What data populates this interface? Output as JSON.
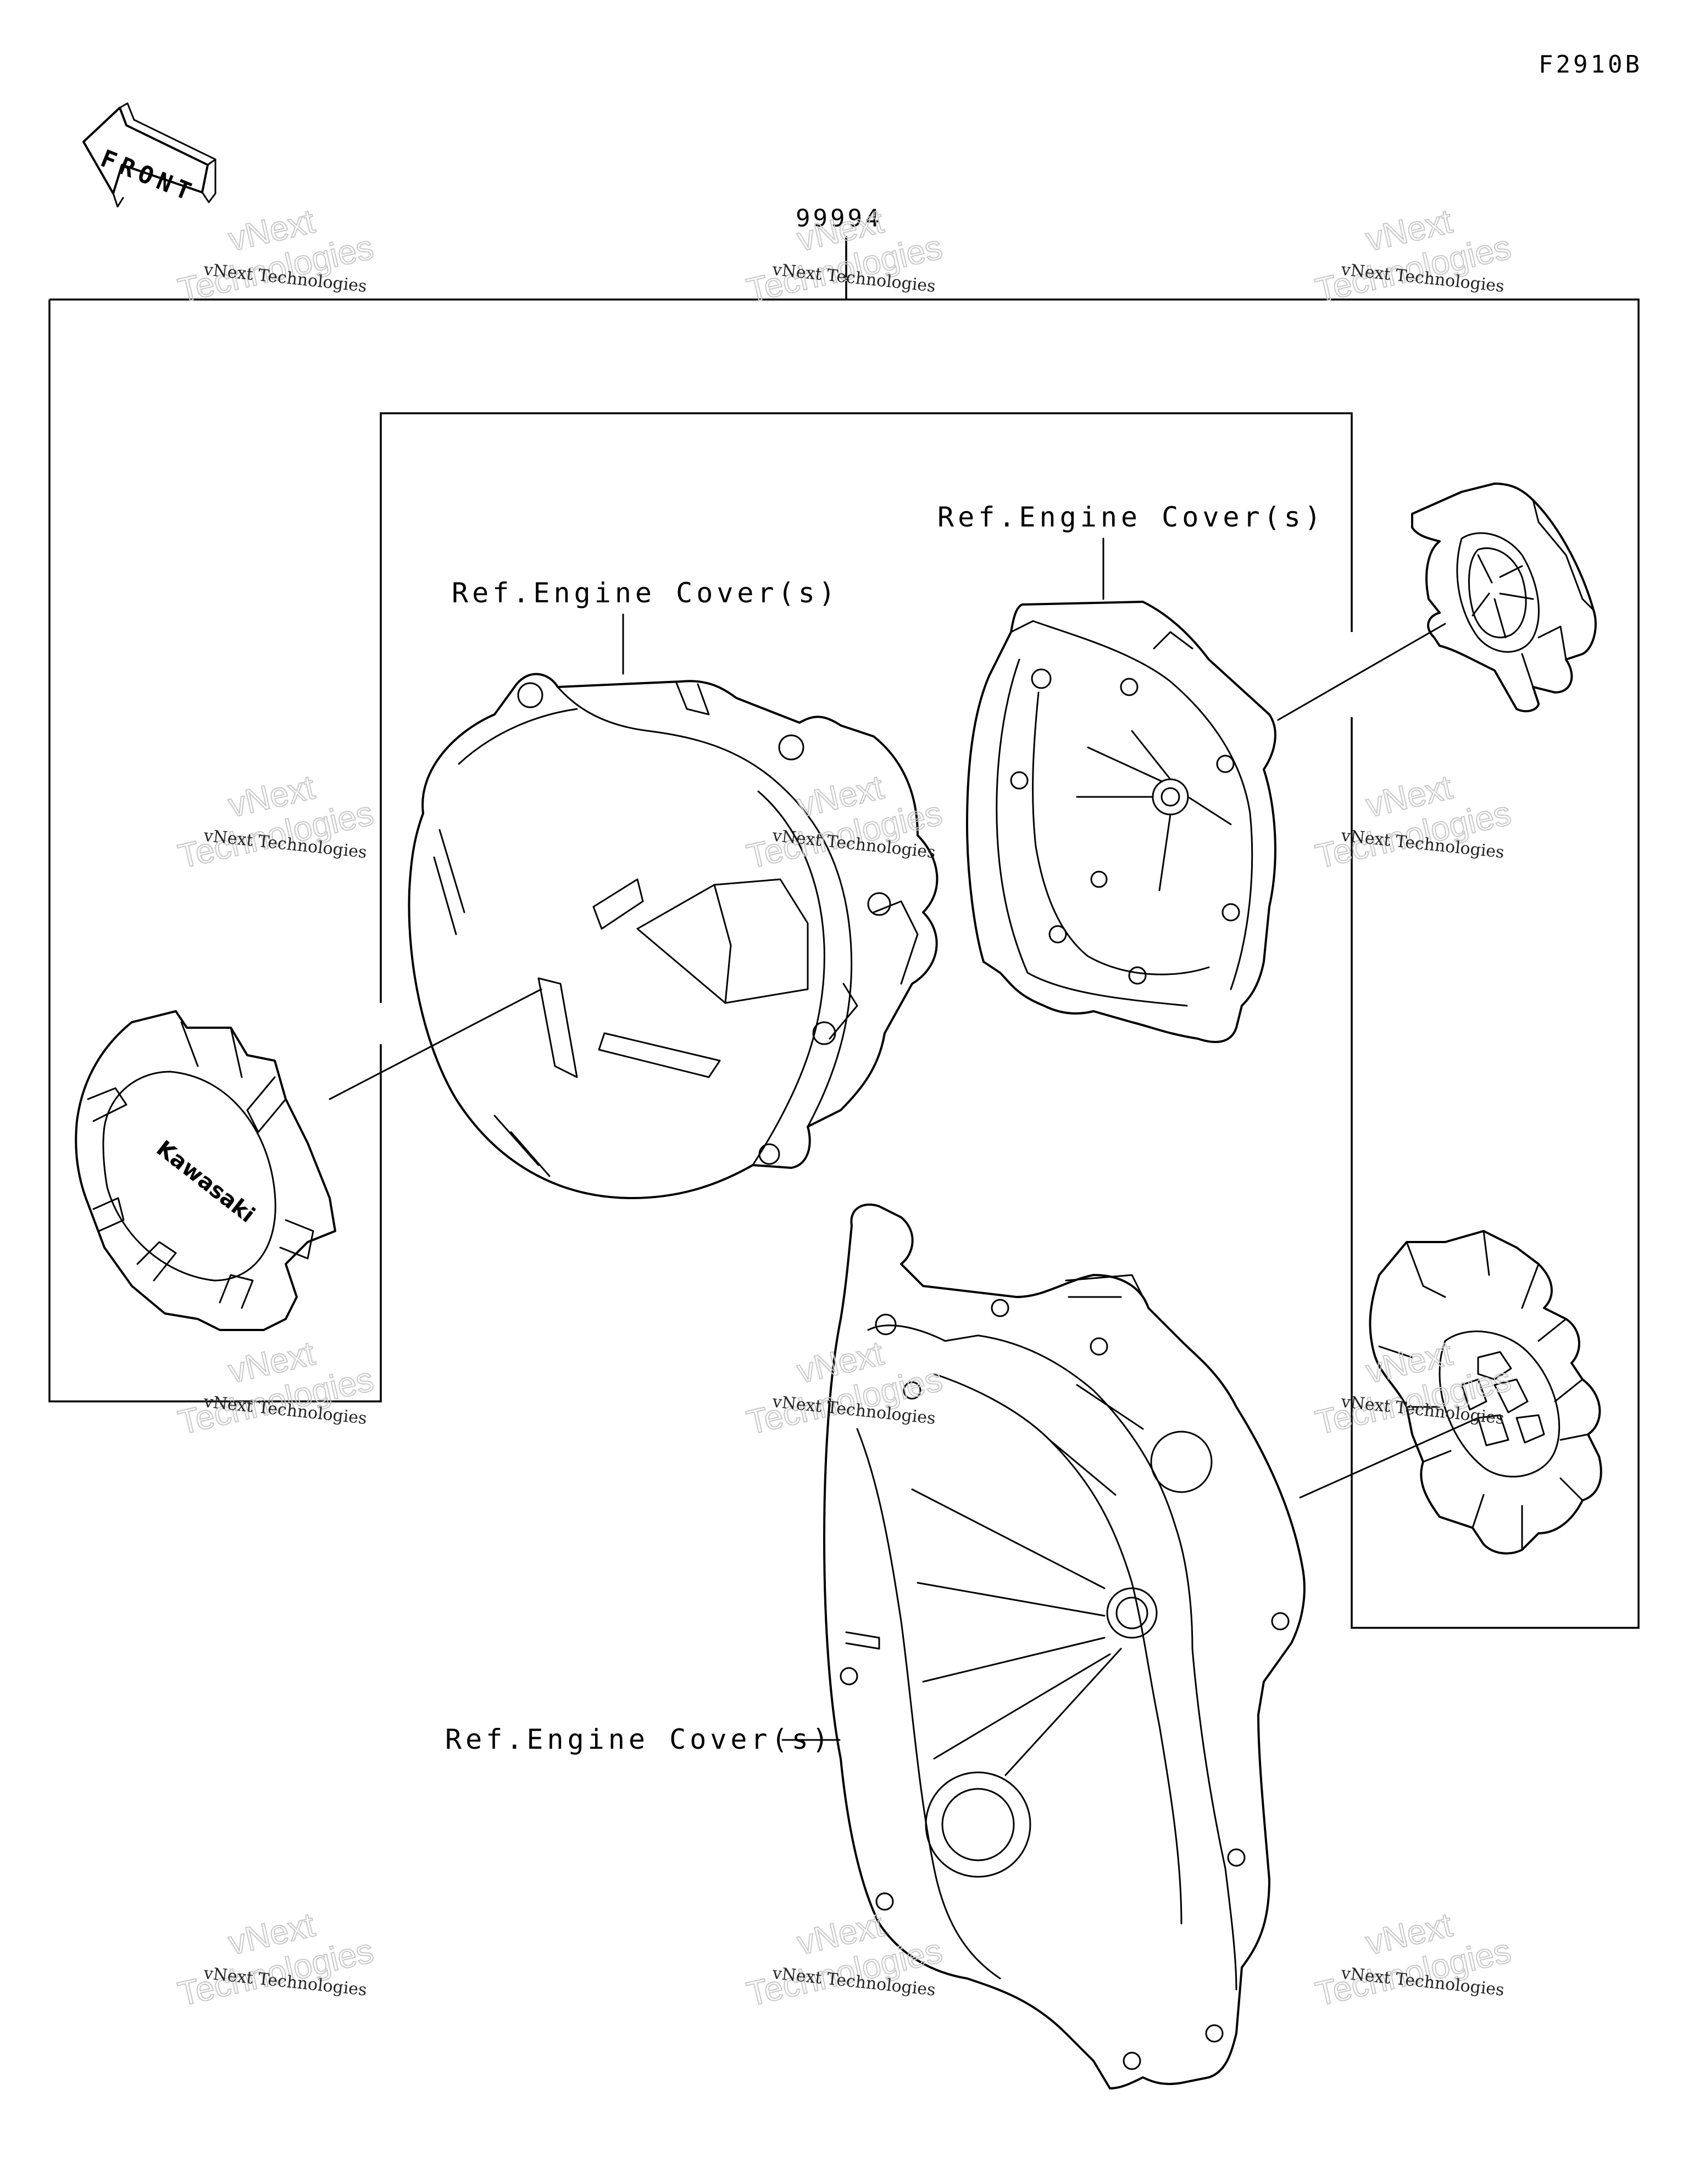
{
  "diagram_code": "F2910B",
  "front_label": "FRONT",
  "kit_part_number": "99994",
  "ref_labels": {
    "gen_cover": "Ref.Engine Cover(s)",
    "pulser_cover": "Ref.Engine Cover(s)",
    "clutch_cover": "Ref.Engine Cover(s)"
  },
  "brand_on_guard": "Kawasaki",
  "watermark": {
    "line1": "vNext Technologies",
    "line2": "vNext",
    "line3": "Technologies"
  }
}
